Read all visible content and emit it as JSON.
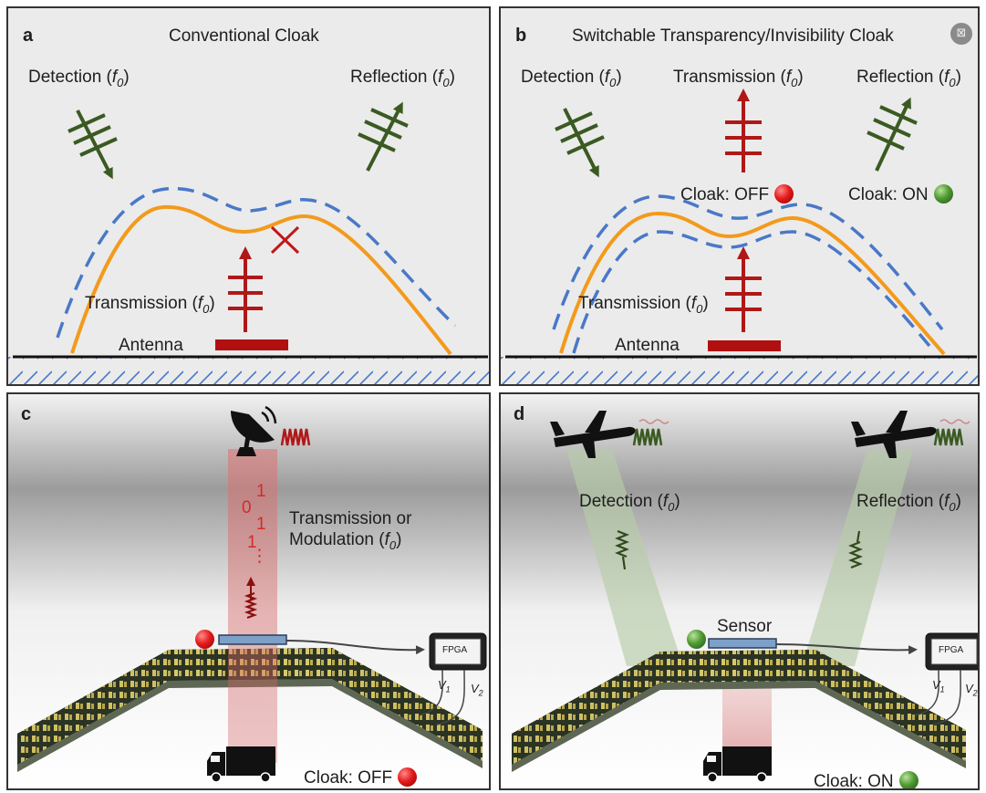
{
  "panel_a": {
    "letter": "a",
    "title": "Conventional Cloak",
    "detection": "Detection (",
    "reflection": "Reflection (",
    "transmission": "Transmission (",
    "antenna": "Antenna",
    "freq": "f",
    "freq_sub": "0",
    "close_paren": ")"
  },
  "panel_b": {
    "letter": "b",
    "title": "Switchable Transparency/Invisibility Cloak",
    "detection": "Detection (",
    "transmission_top": "Transmission (",
    "reflection": "Reflection (",
    "transmission": "Transmission (",
    "antenna": "Antenna",
    "cloak_off": "Cloak: OFF",
    "cloak_on": "Cloak: ON",
    "freq": "f",
    "freq_sub": "0",
    "close_paren": ")"
  },
  "panel_c": {
    "letter": "c",
    "transmission_line1": "Transmission or",
    "transmission_line2": "Modulation (",
    "bits": [
      "1",
      "0",
      "1",
      "1",
      "⋮"
    ],
    "fpga": "FPGA",
    "v1": "V",
    "v1_sub": "1",
    "v2": "V",
    "v2_sub": "2",
    "cloak_off": "Cloak: OFF",
    "freq": "f",
    "freq_sub": "0",
    "close_paren": ")"
  },
  "panel_d": {
    "letter": "d",
    "detection": "Detection (",
    "reflection": "Reflection (",
    "sensor": "Sensor",
    "fpga": "FPGA",
    "v1": "V",
    "v1_sub": "1",
    "v2": "V",
    "v2_sub": "2",
    "cloak_on": "Cloak: ON",
    "freq": "f",
    "freq_sub": "0",
    "close_paren": ")"
  },
  "icons": {
    "close": "close-icon",
    "satellite_dish": "satellite-dish-icon",
    "truck": "truck-icon",
    "airplane": "airplane-icon"
  },
  "colors": {
    "panel_bg": "#ebebeb",
    "cloak_curve": "#f39a1c",
    "cloak_dashes": "#4a78c8",
    "wave_green": "#3a5a22",
    "wave_red": "#b01818",
    "antenna": "#b01010",
    "metasurface": "#2b3424",
    "unit_cell": "#d8c869"
  }
}
